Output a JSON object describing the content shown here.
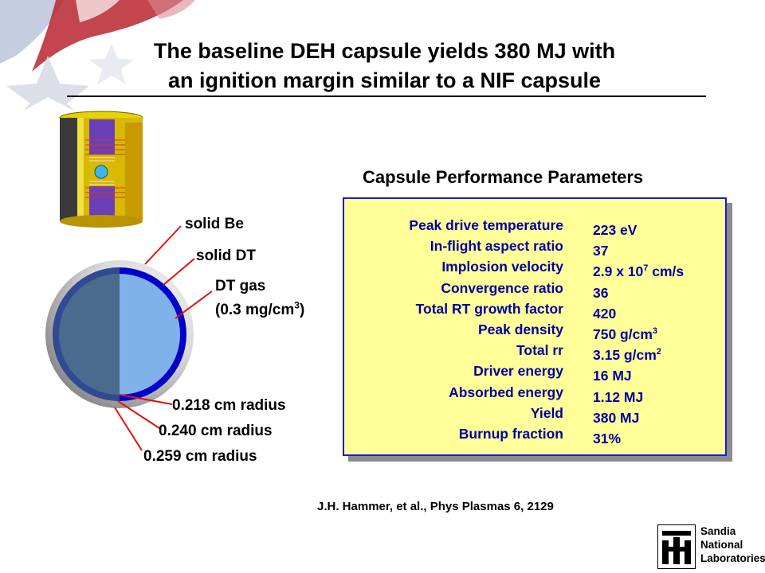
{
  "slide": {
    "title_line1": "The baseline DEH capsule yields 380 MJ with",
    "title_line2": "an ignition margin similar to a NIF capsule"
  },
  "capsule_labels": {
    "solid_be": "solid Be",
    "solid_dt": "solid DT",
    "dt_gas": "DT gas",
    "dt_gas_density_prefix": "(0.3 mg/cm",
    "dt_gas_density_exp": "3",
    "dt_gas_density_suffix": ")",
    "radius_inner": "0.218 cm radius",
    "radius_middle": "0.240 cm radius",
    "radius_outer": "0.259 cm radius"
  },
  "panel": {
    "title": "Capsule Performance Parameters",
    "parameters": [
      {
        "name": "Peak drive temperature",
        "value": "223 eV"
      },
      {
        "name": "In-flight aspect ratio",
        "value": "37"
      },
      {
        "name": "Implosion velocity",
        "value_prefix": "2.9 x 10",
        "value_exp": "7",
        "value_suffix": " cm/s"
      },
      {
        "name": "Convergence ratio",
        "value": "36"
      },
      {
        "name": "Total RT growth factor",
        "value": "420"
      },
      {
        "name": "Peak density",
        "value_prefix": "750 g/cm",
        "value_exp": "3"
      },
      {
        "name": "Total rr",
        "value_prefix": "3.15 g/cm",
        "value_exp": "2"
      },
      {
        "name": "Driver energy",
        "value": "16 MJ"
      },
      {
        "name": "Absorbed energy",
        "value": "1.12 MJ"
      },
      {
        "name": "Yield",
        "value": "380 MJ"
      },
      {
        "name": "Burnup fraction",
        "value": "31%"
      }
    ]
  },
  "reference": "J.H. Hammer, et al., Phys Plasmas 6, 2129",
  "logo": {
    "line1": "Sandia",
    "line2": "National",
    "line3": "Laboratories"
  },
  "colors": {
    "panel_fill": "#ffff99",
    "panel_border": "#1a1ad8",
    "panel_text": "#0000a0",
    "leader_lines": "#e01010",
    "capsule_shell": "#0000cc",
    "dt_gas": "#7fb2e8"
  }
}
